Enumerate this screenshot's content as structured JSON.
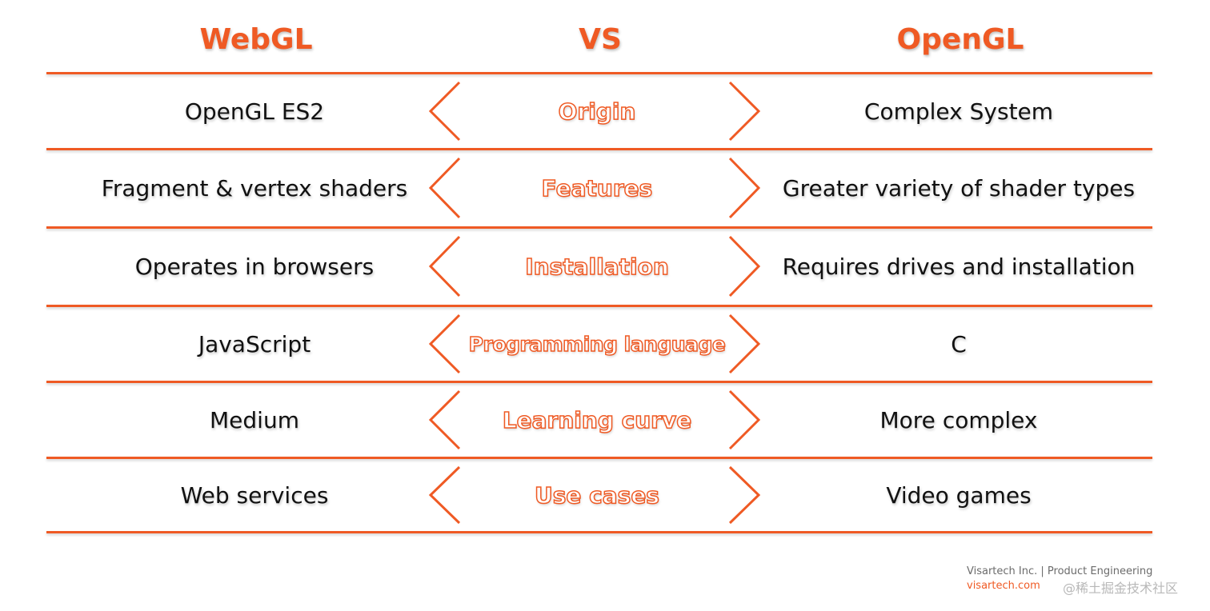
{
  "header": {
    "left": "WebGL",
    "middle": "VS",
    "right": "OpenGL"
  },
  "rows": [
    {
      "left": "OpenGL ES2",
      "category": "Origin",
      "right": "Complex System"
    },
    {
      "left": "Fragment & vertex shaders",
      "category": "Features",
      "right": "Greater variety of shader types"
    },
    {
      "left": "Operates in browsers",
      "category": "Installation",
      "right": "Requires drives and installation"
    },
    {
      "left": "JavaScript",
      "category": "Programming language",
      "right": "C"
    },
    {
      "left": "Medium",
      "category": "Learning curve",
      "right": "More complex"
    },
    {
      "left": "Web services",
      "category": "Use cases",
      "right": "Video games"
    }
  ],
  "footer": {
    "company": "Visartech Inc. | Product Engineering",
    "site": "visartech.com"
  },
  "watermark": "@稀土掘金技术社区",
  "colors": {
    "accent": "#ef5a24",
    "text": "#111111",
    "footer_gray": "#6b6b6b",
    "watermark_gray": "#b8b8b8"
  }
}
